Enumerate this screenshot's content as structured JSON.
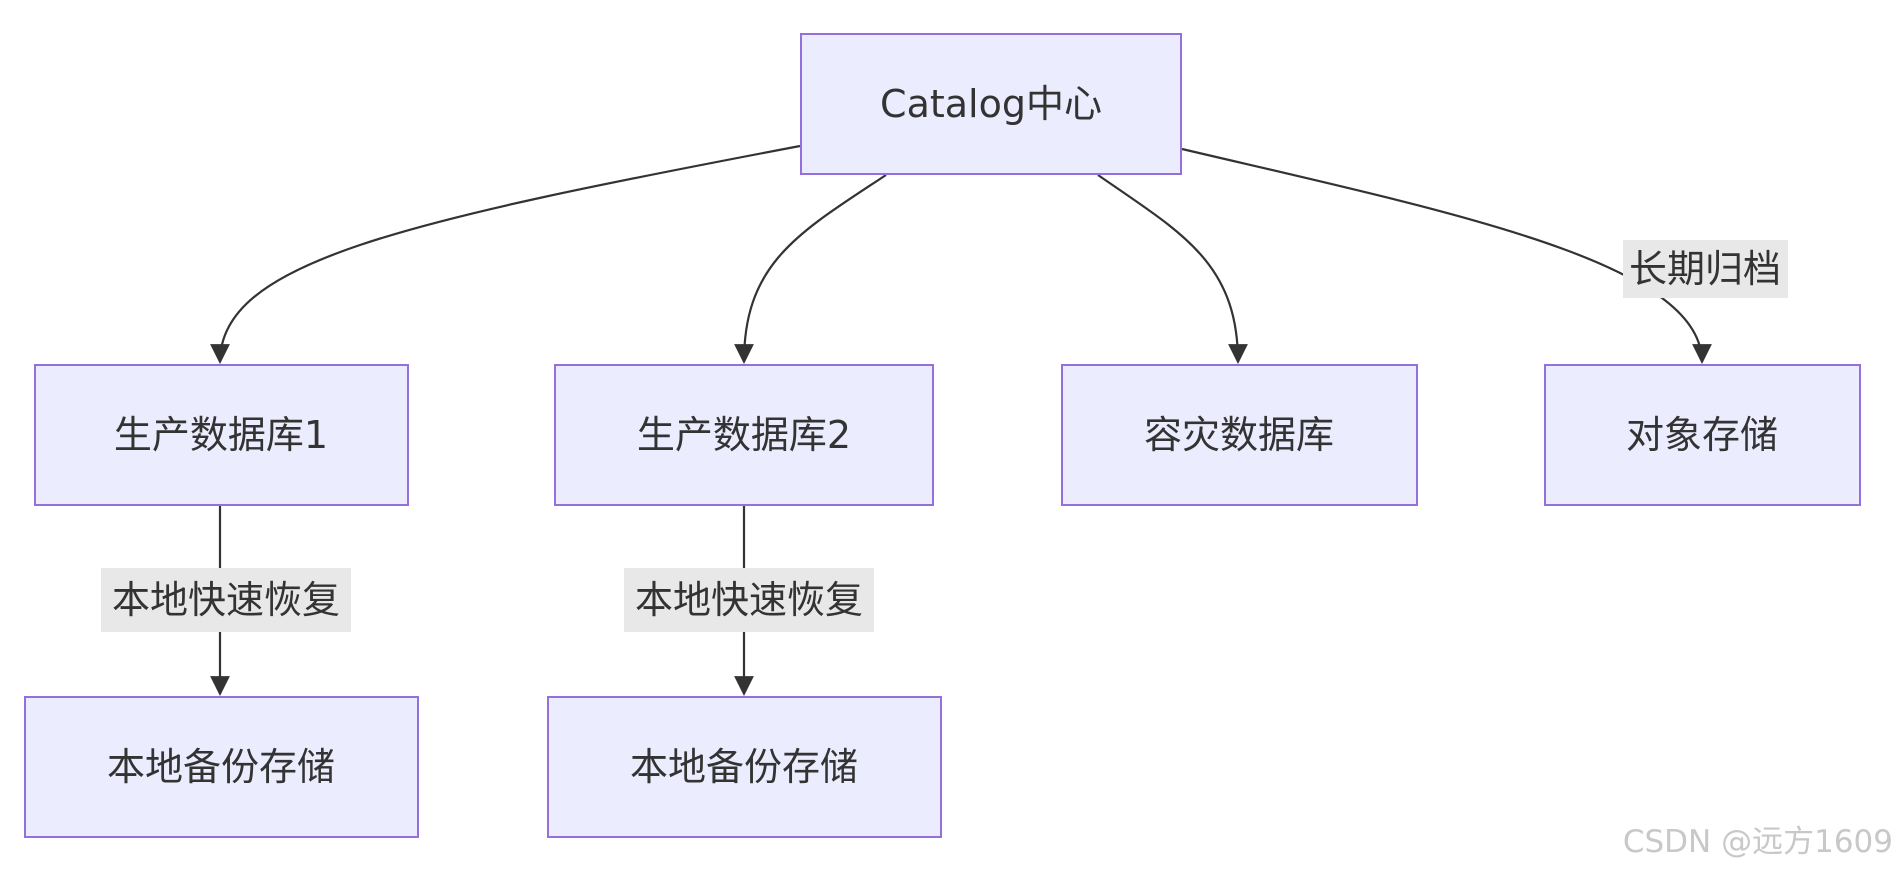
{
  "nodes": {
    "catalog": "Catalog中心",
    "prod1": "生产数据库1",
    "prod2": "生产数据库2",
    "dr": "容灾数据库",
    "object": "对象存储",
    "backup1": "本地备份存储",
    "backup2": "本地备份存储"
  },
  "edge_labels": {
    "archive": "长期归档",
    "restore1": "本地快速恢复",
    "restore2": "本地快速恢复"
  },
  "watermark": "CSDN @远方1609",
  "colors": {
    "node_fill": "#ECECFF",
    "node_stroke": "#9370DB",
    "edge": "#333333",
    "label_bg": "#e8e8e8",
    "text": "#333333"
  }
}
